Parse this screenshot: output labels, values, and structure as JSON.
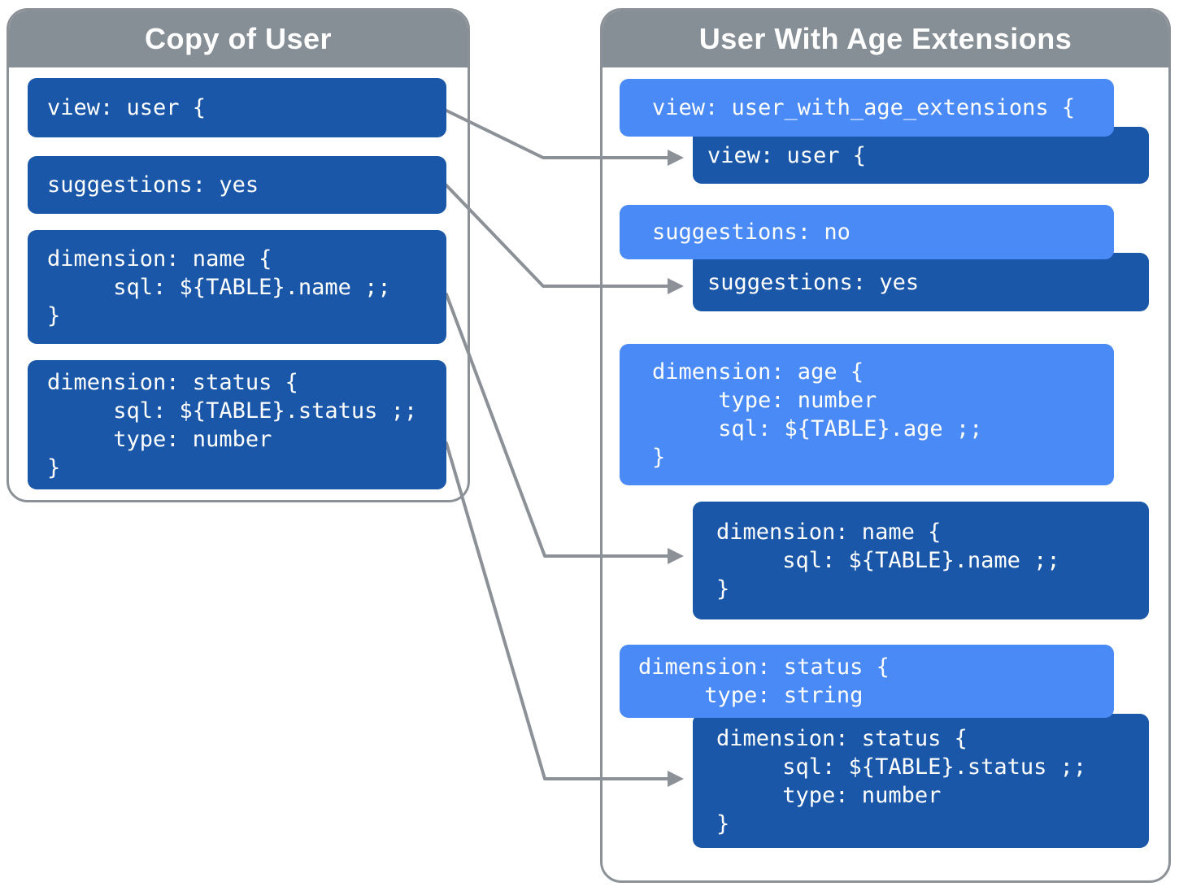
{
  "colors": {
    "inherited_block_blue": "#1a57a8",
    "override_block_blue": "#4a8af6",
    "header_gray": "#878f96",
    "border_arrow_gray": "#8b9196",
    "text_white": "#ffffff"
  },
  "left_panel": {
    "title": "Copy of User",
    "boxes": [
      {
        "name": "view-user",
        "lines": [
          "view: user {"
        ]
      },
      {
        "name": "suggestions-yes",
        "lines": [
          "suggestions: yes"
        ]
      },
      {
        "name": "dimension-name",
        "lines": [
          "dimension: name {",
          "     sql: ${TABLE}.name ;;",
          "}"
        ]
      },
      {
        "name": "dimension-status",
        "lines": [
          "dimension: status {",
          "     sql: ${TABLE}.status ;;",
          "     type: number",
          "}"
        ]
      }
    ]
  },
  "right_panel": {
    "title": "User With Age Extensions",
    "override_boxes": [
      {
        "name": "view-user-with-age-extensions",
        "lines": [
          "view: user_with_age_extensions {"
        ]
      },
      {
        "name": "suggestions-no",
        "lines": [
          "suggestions: no"
        ]
      },
      {
        "name": "dimension-age",
        "lines": [
          "dimension: age {",
          "     type: number",
          "     sql: ${TABLE}.age ;;",
          "}"
        ]
      },
      {
        "name": "dimension-status-string",
        "lines": [
          "dimension: status {",
          "     type: string"
        ]
      }
    ],
    "inherited_boxes": [
      {
        "name": "view-user",
        "lines": [
          "view: user {"
        ]
      },
      {
        "name": "suggestions-yes",
        "lines": [
          "suggestions: yes"
        ]
      },
      {
        "name": "dimension-name",
        "lines": [
          "dimension: name {",
          "     sql: ${TABLE}.name ;;",
          "}"
        ]
      },
      {
        "name": "dimension-status-number",
        "lines": [
          "dimension: status {",
          "     sql: ${TABLE}.status ;;",
          "     type: number",
          "}"
        ]
      }
    ]
  },
  "arrows": [
    {
      "from": "left view: user",
      "to": "right inherited view: user"
    },
    {
      "from": "left suggestions: yes",
      "to": "right inherited suggestions: yes"
    },
    {
      "from": "left dimension: name",
      "to": "right inherited dimension: name"
    },
    {
      "from": "left dimension: status",
      "to": "right inherited dimension: status"
    }
  ]
}
